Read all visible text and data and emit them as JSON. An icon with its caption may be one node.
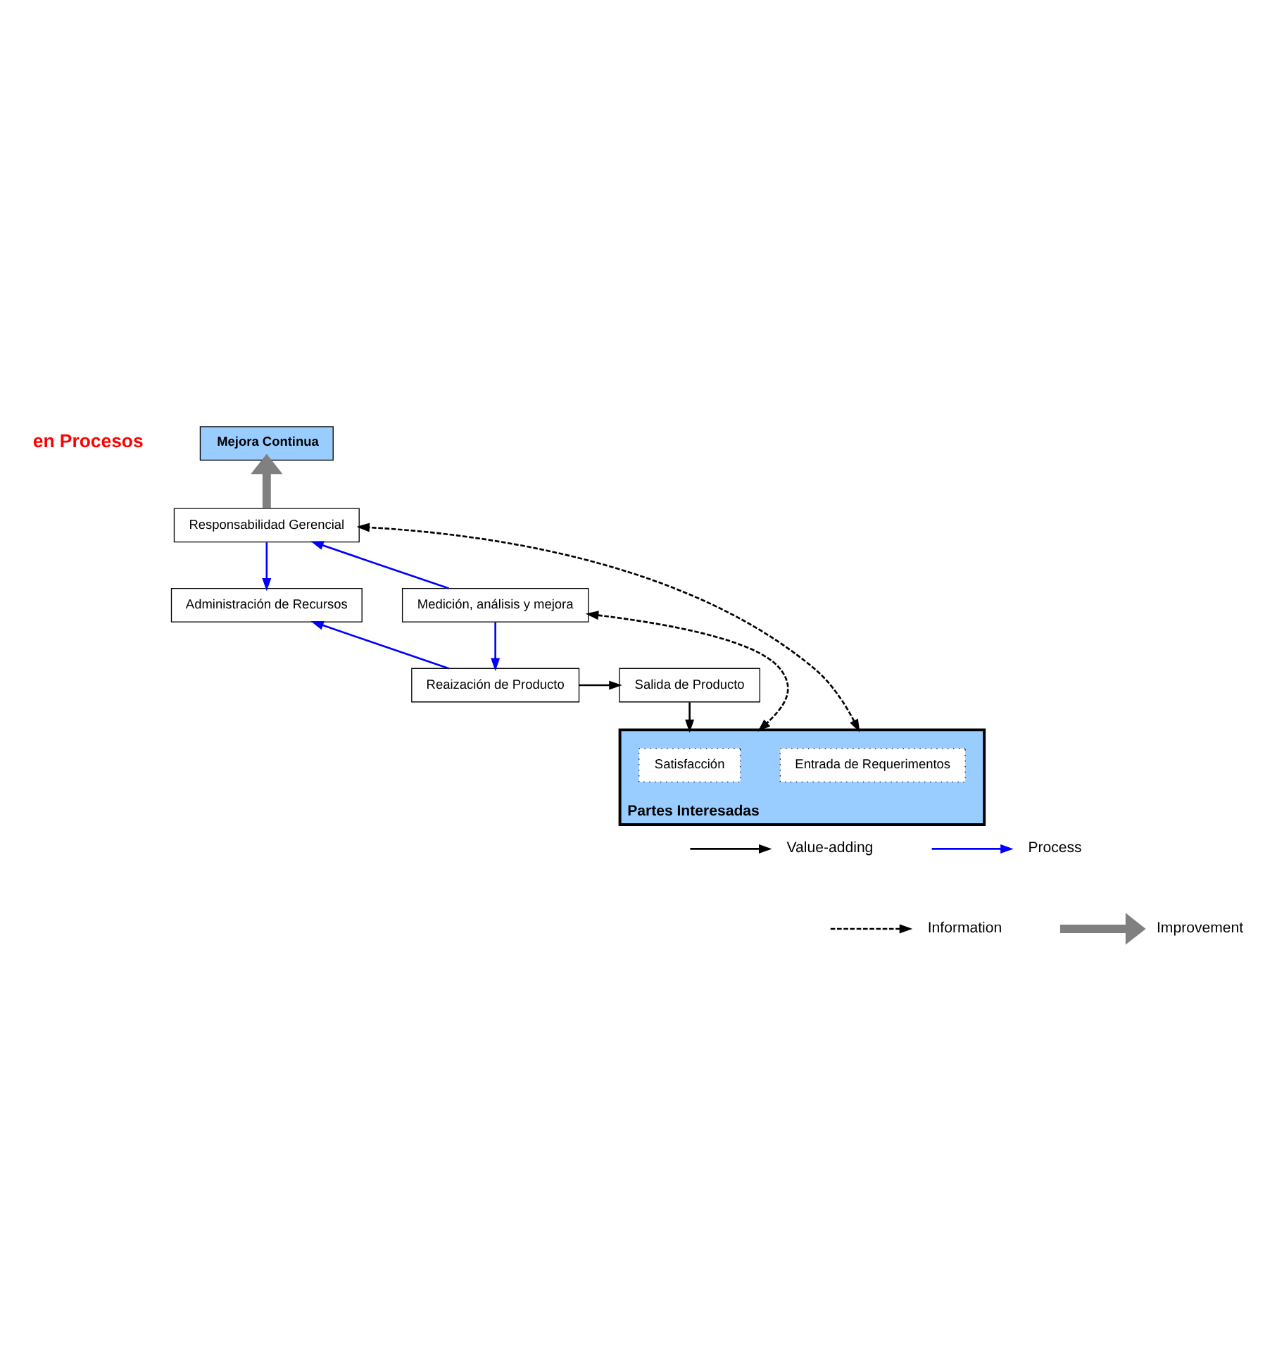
{
  "diagram": {
    "nodes": [
      {
        "text": [
          "Mejora Continua"
        ]
      },
      {
        "text": [
          "Responsabilidad Gerencial"
        ]
      },
      {
        "text": [
          "Administración de Recursos"
        ]
      },
      {
        "text": [
          "Medición, análisis y mejora"
        ]
      },
      {
        "text": [
          "Reaización de Producto"
        ]
      },
      {
        "text": [
          "Salida de Producto"
        ]
      },
      {
        "text": [
          "Partes Interesadas"
        ]
      },
      {
        "text": [
          "Entrada de Requerimentos"
        ],
        "in": 6
      },
      {
        "text": [
          "Satisfacción"
        ],
        "in": 6
      }
    ],
    "edges": [
      {
        "from": 1,
        "to": 0,
        "arrow": "to",
        "style": "thick",
        "color": "#808080"
      },
      {
        "from": 1,
        "to": 2,
        "arrow": "to",
        "color": "#0000ff"
      },
      {
        "from": 3,
        "to": 1,
        "arrow": "to",
        "color": "#0000ff"
      },
      {
        "from": 3,
        "to": 4,
        "arrow": "to",
        "color": "#0000ff"
      },
      {
        "from": 4,
        "to": 2,
        "arrow": "to",
        "color": "#0000ff"
      },
      {
        "from": 4,
        "to": 5,
        "arrow": "to",
        "color": "#000000"
      },
      {
        "from": 5,
        "to": 6,
        "arrow": "to",
        "color": "#000000"
      },
      {
        "from": 6,
        "to": 1,
        "arrow": "both",
        "style": "dashed",
        "color": "#000000"
      },
      {
        "from": 3,
        "to": 6,
        "arrow": "both",
        "style": "dashed",
        "color": "#000000"
      }
    ],
    "labels": [
      "en Procesos"
    ],
    "legend": [
      {
        "text": "Value-adding"
      },
      {
        "text": "Process"
      },
      {
        "text": "Information"
      },
      {
        "text": "Improvement"
      }
    ]
  }
}
